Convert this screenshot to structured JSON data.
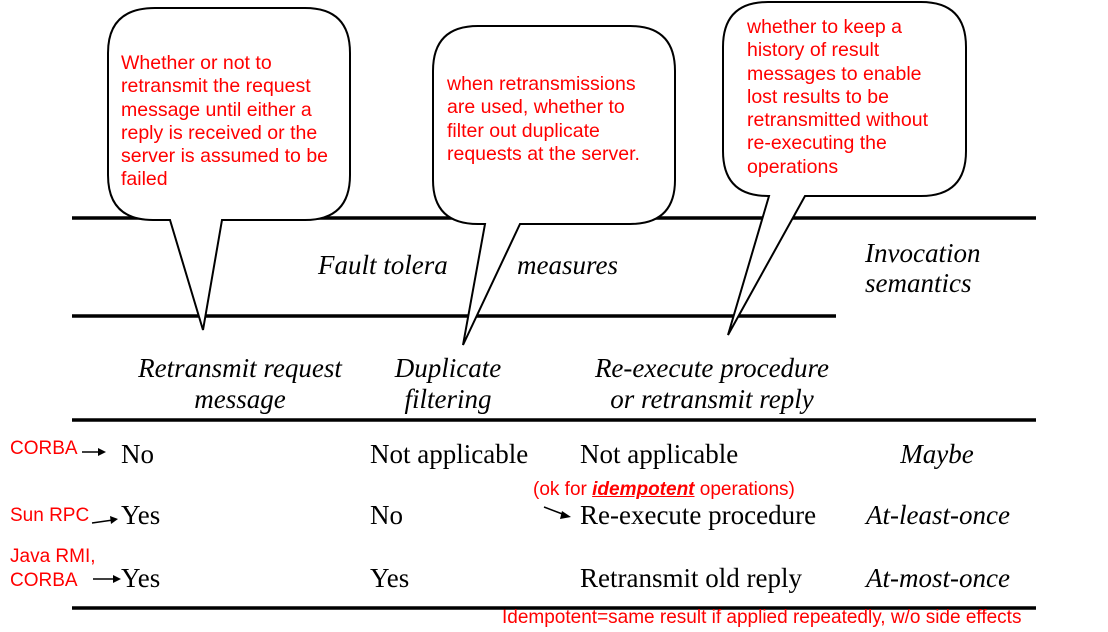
{
  "callouts": {
    "retransmit": "Whether or not to retransmit the request message until either a reply is received or the server is assumed to be failed",
    "filtering": "when retransmissions are used, whether to filter out duplicate requests at the server.",
    "history": "whether to keep a history of result messages to enable lost results to be retransmitted without re-executing the operations"
  },
  "table": {
    "group_header": "Fault tolerance measures",
    "group_header_visible": {
      "left": "Fault tolera",
      "right": "measures"
    },
    "semantics_header": [
      "Invocation",
      "semantics"
    ],
    "columns": [
      [
        "Retransmit request",
        "message"
      ],
      [
        "Duplicate",
        "filtering"
      ],
      [
        "Re-execute procedure",
        "or retransmit reply"
      ]
    ],
    "rows": [
      {
        "retransmit": "No",
        "filtering": "Not applicable",
        "reexecute": "Not applicable",
        "semantics": "Maybe"
      },
      {
        "retransmit": "Yes",
        "filtering": "No",
        "reexecute": "Re-execute procedure",
        "semantics": "At-least-once"
      },
      {
        "retransmit": "Yes",
        "filtering": "Yes",
        "reexecute": "Retransmit old reply",
        "semantics": "At-most-once"
      }
    ]
  },
  "annotations": {
    "row1": "CORBA",
    "row2": "Sun RPC",
    "row3": [
      "Java RMI,",
      "CORBA"
    ],
    "idempotent_note": {
      "prefix": "(ok for ",
      "word": "idempotent",
      "suffix": " operations)"
    },
    "footer": "Idempotent=same result if applied repeatedly, w/o side effects"
  },
  "colors": {
    "annotation": "#ff0000",
    "text": "#000000",
    "background": "#ffffff"
  }
}
